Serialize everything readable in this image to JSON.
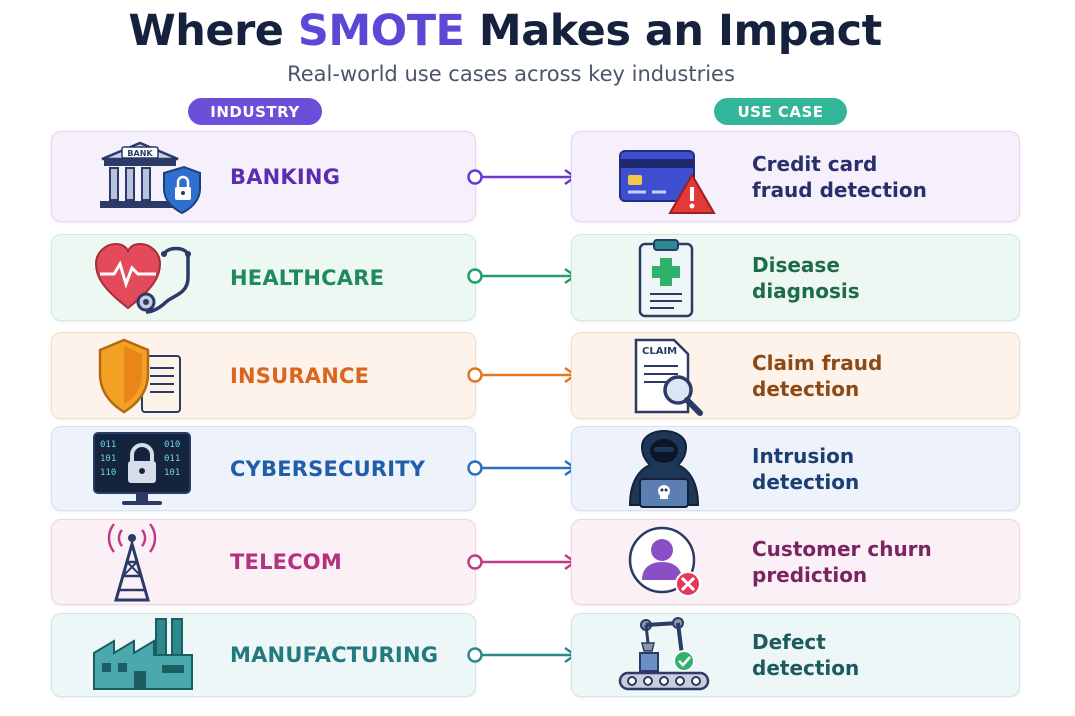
{
  "header": {
    "title_before": "Where ",
    "title_accent": "SMOTE",
    "title_after": " Makes an Impact",
    "subtitle": "Real-world use cases across key industries"
  },
  "columns": {
    "industry": "INDUSTRY",
    "use_case": "USE CASE"
  },
  "rows": [
    {
      "industry": "BANKING",
      "use_case_line1": "Credit card",
      "use_case_line2": "fraud detection",
      "icon_left": "bank-lock-icon",
      "icon_right": "credit-card-alert-icon",
      "color": "#5a2eb0",
      "bg": "#f6f0fd",
      "border": "#e3d3f6"
    },
    {
      "industry": "HEALTHCARE",
      "use_case_line1": "Disease",
      "use_case_line2": "diagnosis",
      "icon_left": "heart-stethoscope-icon",
      "icon_right": "clipboard-medical-icon",
      "color": "#1f8a5b",
      "bg": "#eef8f3",
      "border": "#cfe9dc"
    },
    {
      "industry": "INSURANCE",
      "use_case_line1": "Claim fraud",
      "use_case_line2": "detection",
      "icon_left": "shield-document-icon",
      "icon_right": "claim-magnifier-icon",
      "color": "#d9661a",
      "bg": "#fdf3ea",
      "border": "#f5dcc6"
    },
    {
      "industry": "CYBERSECURITY",
      "use_case_line1": "Intrusion",
      "use_case_line2": "detection",
      "icon_left": "monitor-lock-icon",
      "icon_right": "hacker-laptop-icon",
      "color": "#1f5ea8",
      "bg": "#eef3fb",
      "border": "#d3e0f3"
    },
    {
      "industry": "TELECOM",
      "use_case_line1": "Customer churn",
      "use_case_line2": "prediction",
      "icon_left": "signal-tower-icon",
      "icon_right": "user-remove-icon",
      "color": "#b3327f",
      "bg": "#fcf0f7",
      "border": "#f1d3e5"
    },
    {
      "industry": "MANUFACTURING",
      "use_case_line1": "Defect",
      "use_case_line2": "detection",
      "icon_left": "factory-icon",
      "icon_right": "robot-arm-conveyor-icon",
      "color": "#227a80",
      "bg": "#edf7f7",
      "border": "#cfe6e7"
    }
  ]
}
